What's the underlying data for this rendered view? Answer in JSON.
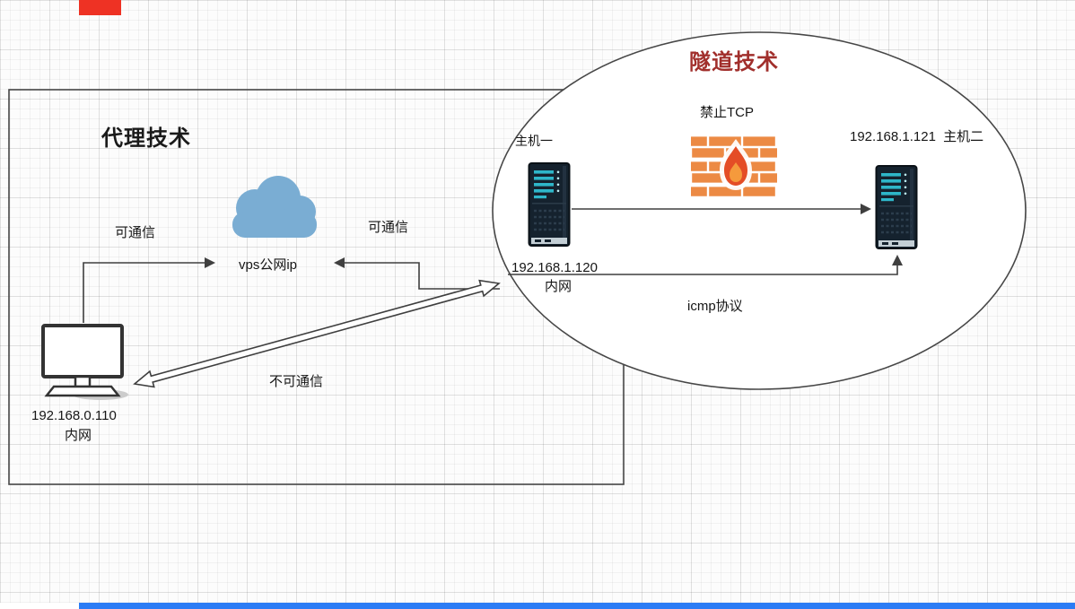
{
  "proxy": {
    "title": "代理技术",
    "cloud_label": "vps公网ip",
    "link_left_label": "可通信",
    "link_right_label": "可通信",
    "blocked_label": "不可通信",
    "pc_ip": "192.168.0.110",
    "pc_network": "内网"
  },
  "tunnel": {
    "title": "隧道技术",
    "firewall_caption": "禁止TCP",
    "host1_name": "主机一",
    "host1_ip": "192.168.1.120",
    "host1_network": "内网",
    "host2_ip": "192.168.1.121",
    "host2_name": "主机二",
    "icmp_label": "icmp协议"
  },
  "colors": {
    "tunnel_title": "#a12f2c",
    "proxy_title": "#1a1a1a",
    "cloud": "#7aadd3",
    "firewall_brick": "#ec8a44",
    "flame": "#e44d26",
    "flame_core": "#f59a3c",
    "server_body": "#15222e",
    "server_accent": "#2eb6c9",
    "connector": "#3f3f3f",
    "top_marker": "#ee3224",
    "bottom_bar": "#2b7cf5"
  }
}
